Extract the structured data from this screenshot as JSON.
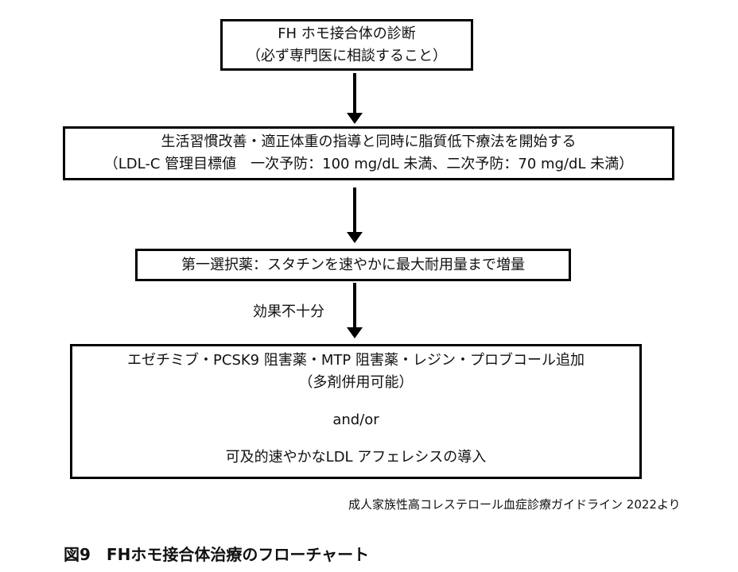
{
  "flowchart": {
    "diagnosis": {
      "line1": "FH ホモ接合体の診断",
      "line2": "（必ず専門医に相談すること）"
    },
    "lifestyle": {
      "line1": "生活習慣改善・適正体重の指導と同時に脂質低下療法を開始する",
      "line2": "（LDL-C 管理目標値　一次予防：100 mg/dL 未満、二次予防：70 mg/dL 未満）"
    },
    "first_choice": {
      "line1": "第一選択薬：スタチンを速やかに最大耐用量まで増量"
    },
    "insufficient_label": "効果不十分",
    "additional": {
      "line1": "エゼチミブ・PCSK9 阻害薬・MTP 阻害薬・レジン・プロブコール追加",
      "line2": "（多剤併用可能）",
      "line3": "and/or",
      "line4": "可及的速やかなLDL アフェレシスの導入"
    }
  },
  "source": "成人家族性高コレステロール血症診療ガイドライン 2022より",
  "caption": "図9　FHホモ接合体治療のフローチャート"
}
